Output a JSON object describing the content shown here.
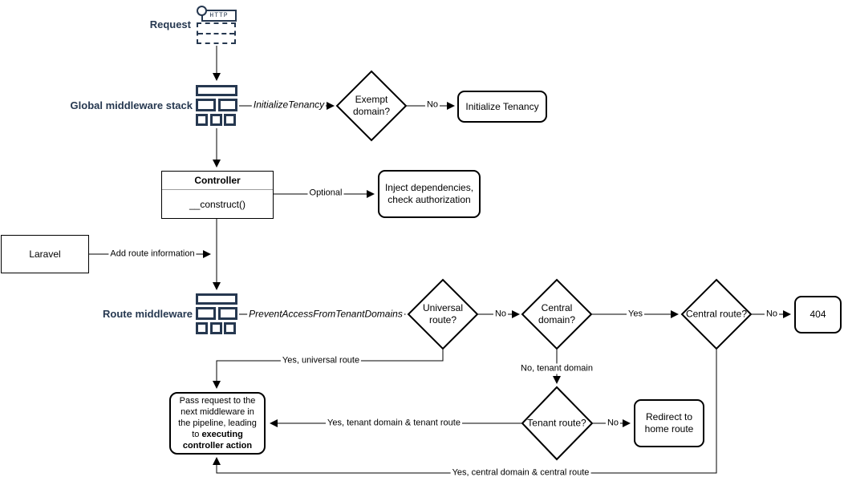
{
  "colors": {
    "navy": "#263850",
    "line": "#000000",
    "background": "#ffffff"
  },
  "nodes": {
    "request": {
      "label": "Request",
      "icon_text": "HTTP"
    },
    "global_middleware": {
      "label": "Global middleware stack"
    },
    "exempt_domain": {
      "label": "Exempt domain?"
    },
    "initialize_tenancy": {
      "label": "Initialize Tenancy"
    },
    "controller": {
      "title": "Controller",
      "method": "__construct()"
    },
    "inject_dependencies": {
      "label": "Inject dependencies, check authorization"
    },
    "laravel": {
      "label": "Laravel"
    },
    "route_middleware": {
      "label": "Route middleware"
    },
    "universal_route": {
      "label": "Universal route?"
    },
    "central_domain": {
      "label": "Central domain?"
    },
    "central_route": {
      "label": "Central route?"
    },
    "error_404": {
      "label": "404"
    },
    "tenant_route": {
      "label": "Tenant route?"
    },
    "redirect_home": {
      "label": "Redirect to home route"
    },
    "pass_request": {
      "text_normal": "Pass request to the next middleware in the pipeline, leading to ",
      "text_bold": "executing controller action"
    }
  },
  "edges": {
    "initialize_tenancy_middleware": "InitializeTenancy",
    "exempt_no": "No",
    "optional": "Optional",
    "add_route_information": "Add route information",
    "prevent_access": "PreventAccessFromTenantDomains",
    "universal_no": "No",
    "central_domain_yes": "Yes",
    "central_route_no": "No",
    "universal_yes": "Yes, universal route",
    "tenant_domain_no": "No, tenant domain",
    "tenant_route_no": "No",
    "tenant_yes": "Yes, tenant domain & tenant route",
    "central_yes": "Yes, central domain & central route"
  }
}
